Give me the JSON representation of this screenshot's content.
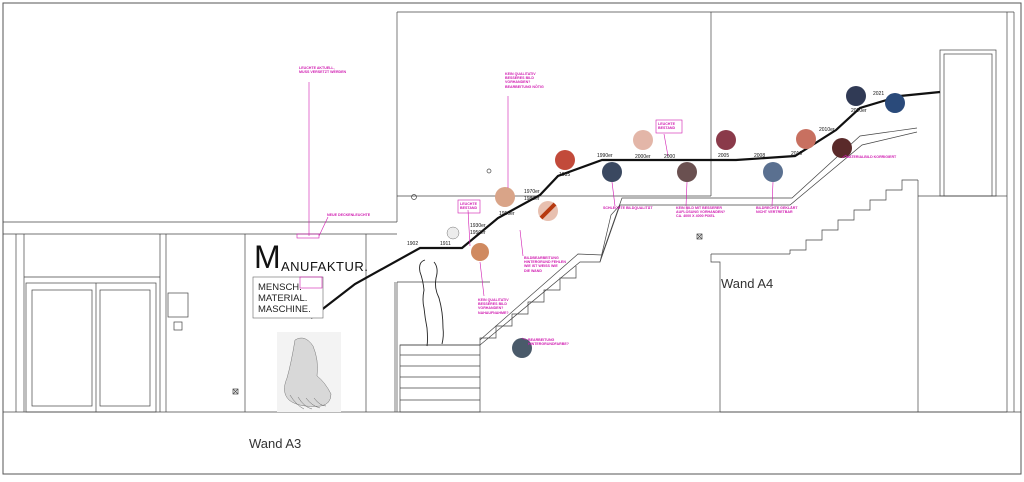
{
  "walls": {
    "a3": "Wand A3",
    "a4": "Wand A4"
  },
  "manufaktur": {
    "initial": "M",
    "rest": "ANUFAKTUR.",
    "lines": [
      "MENSCH.",
      "MATERIAL.",
      "MASCHINE."
    ]
  },
  "years": [
    "1902",
    "1911",
    "1930er",
    "1950er",
    "1950er",
    "1970er",
    "1980er",
    "1985",
    "1990er",
    "2000er",
    "2000",
    "2005",
    "2008",
    "2010",
    "2010er",
    "2020er",
    "2021"
  ],
  "notes": {
    "leuchte_aktuell": "LEUCHTE AKTUELL,\nMUSS VERSETZT WERDEN",
    "neue_deckenleuchte": "NEUE DECKENLEUCHTE",
    "foto_qualitaet_1": "KEIN QUALITATIV\nBESSERES BILD\nVORHANDEN?\nBEARBEITUNG NÖTIG",
    "leuchte_bestand_1": "LEUCHTE\nBESTAND",
    "leuchte_bestand_2": "LEUCHTE\nBESTAND",
    "bildbearbeitung": "BILDBEARBEITUNG\nHINTERGRUND FEHLEN\nWIE IST WEISS WIE\nDIE WAND",
    "schlechte_bildqualitaet": "SCHLECHTE BILDQUALITÄT",
    "kein_bild_hohe_aufloesung": "KEIN BILD MIT BESSERER\nAUFLÖSUNG VORHANDEN?\nCA. 4000 X 4000 PIXEL",
    "bildrechte": "BILDRECHTE GEKLÄRT\nNICHT VERTRETBAR",
    "materialbild": "MATERIALBILD KORRIGIERT",
    "foto_qualitaet_2": "KEIN QUALITATIV\nBESSERES BILD\nVORHANDEN?\nNAHAUFNAHME?",
    "bearbeitung_hintergrund": "BEARBEITUNG\nHINTERGRUNDFARBE?"
  },
  "colors": {
    "annotation": "#d01ab0",
    "timeline": "#111111",
    "drawing": "#222222"
  }
}
